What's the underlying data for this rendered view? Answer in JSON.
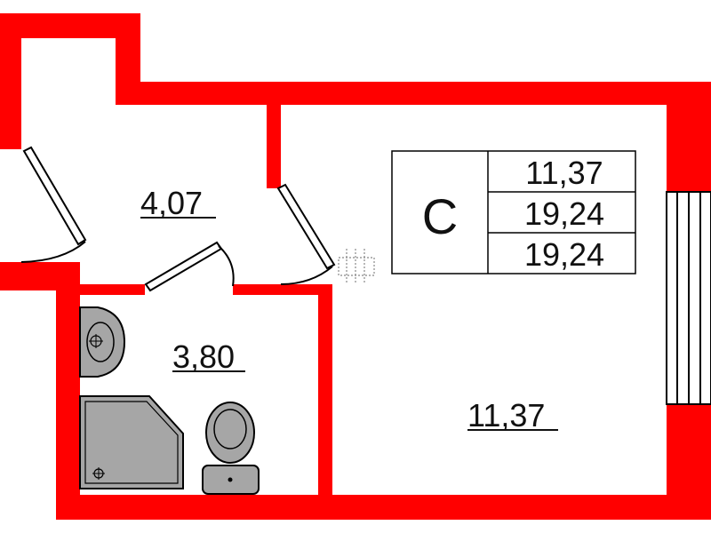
{
  "floor_plan": {
    "title": "Studio apartment floor plan",
    "colors": {
      "wall": "#ff0000",
      "fixture": "#a6a6a6",
      "line": "#000000",
      "background": "#ffffff"
    },
    "rooms": [
      {
        "id": "hallway",
        "area": "4,07"
      },
      {
        "id": "bathroom",
        "area": "3,80"
      },
      {
        "id": "living-room",
        "area": "11,37"
      }
    ],
    "summary_table": {
      "type_label": "С",
      "living_area": "11,37",
      "total_area": "19,24",
      "total_area_with_balcony": "19,24"
    },
    "icons": [
      "sink-icon",
      "shower-tray-icon",
      "toilet-icon",
      "radiator-icon",
      "window-icon",
      "door-icon"
    ]
  }
}
